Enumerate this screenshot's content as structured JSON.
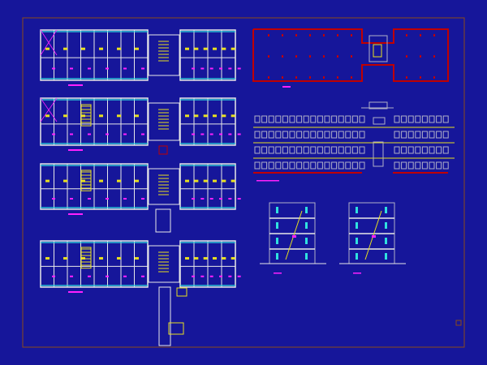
{
  "drawing": {
    "colors": {
      "background": "#16169a",
      "frame": "#8a4a1a",
      "wall": "#e8e8e8",
      "cyan": "#30e0e0",
      "yellow": "#e8e020",
      "magenta": "#ff20ff",
      "red": "#c00000",
      "gray": "#b0b0c8"
    },
    "sheets": [
      "floor-plan-1",
      "floor-plan-2",
      "floor-plan-3",
      "floor-plan-4",
      "roof-plan",
      "front-elevation",
      "section-a",
      "section-b"
    ]
  }
}
